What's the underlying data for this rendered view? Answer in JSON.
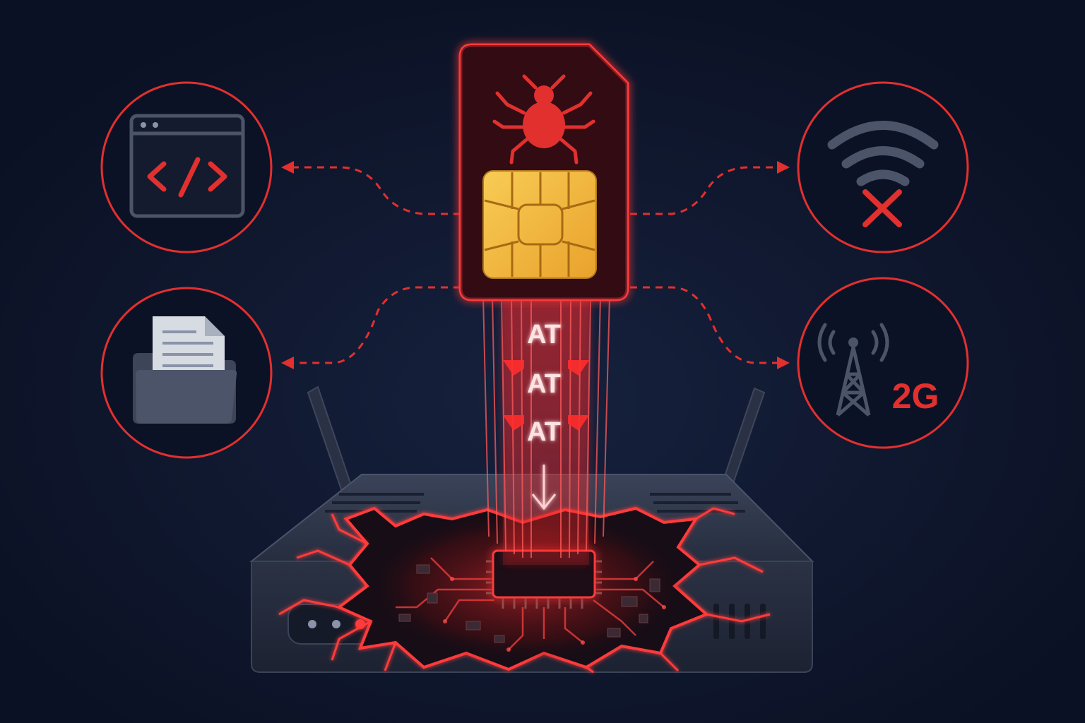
{
  "colors": {
    "background": "#0d1428",
    "accent_red": "#e2302f",
    "glow_red": "#ff3b3b",
    "chip_gold": "#f3b43a",
    "device_gray": "#2a3144",
    "icon_gray": "#4b5468",
    "paper_light": "#d7dbe2"
  },
  "sim_card": {
    "icons": [
      "bug-icon",
      "sim-chip-icon"
    ]
  },
  "command_stream": {
    "commands": [
      "AT",
      "AT",
      "AT"
    ],
    "arrow_icon": "arrow-down-icon"
  },
  "impacts": {
    "code_execution": {
      "icon": "code-window-icon"
    },
    "file_access": {
      "icon": "folder-document-icon"
    },
    "wifi_disabled": {
      "icon": "wifi-off-icon"
    },
    "network_downgrade": {
      "icon": "cell-tower-icon",
      "label": "2G"
    }
  },
  "router": {
    "icons": [
      "antenna-icon",
      "led-indicator-icon",
      "processor-chip-icon",
      "vent-icon"
    ]
  }
}
